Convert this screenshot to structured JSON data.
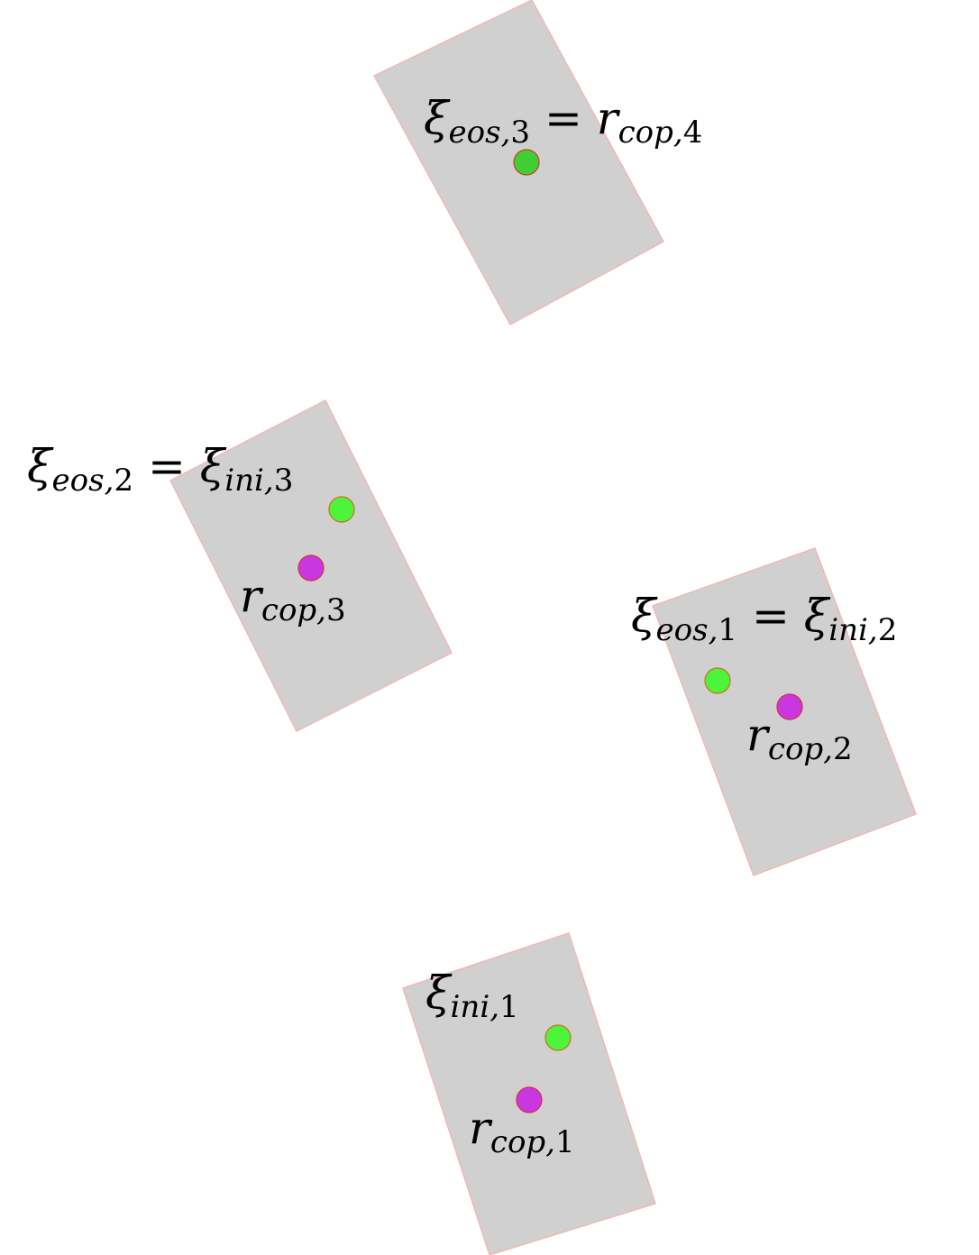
{
  "labels": {
    "label_top": {
      "base": "ξ",
      "sub": "eos,",
      "subnum": "3",
      "eq": " = ",
      "base2": "r",
      "sub2": "cop,",
      "subnum2": "4"
    },
    "label_eos2": {
      "base": "ξ",
      "sub": "eos,",
      "subnum": "2",
      "eq": " = ",
      "base2": "ξ",
      "sub2": "ini,",
      "subnum2": "3"
    },
    "label_rcop3": {
      "base": "r",
      "sub": "cop,",
      "subnum": "3"
    },
    "label_eos1": {
      "base": "ξ",
      "sub": "eos,",
      "subnum": "1",
      "eq": " = ",
      "base2": "ξ",
      "sub2": "ini,",
      "subnum2": "2"
    },
    "label_rcop2": {
      "base": "r",
      "sub": "cop,",
      "subnum": "2"
    },
    "label_ini1": {
      "base": "ξ",
      "sub": "ini,",
      "subnum": "1"
    },
    "label_rcop1": {
      "base": "r",
      "sub": "cop,",
      "subnum": "1"
    }
  },
  "colors": {
    "footprint_fill": "#d0d0d0",
    "footprint_stroke": "#f0b8b8",
    "xi_point": "#4df53a",
    "r_point": "#c837e0"
  }
}
